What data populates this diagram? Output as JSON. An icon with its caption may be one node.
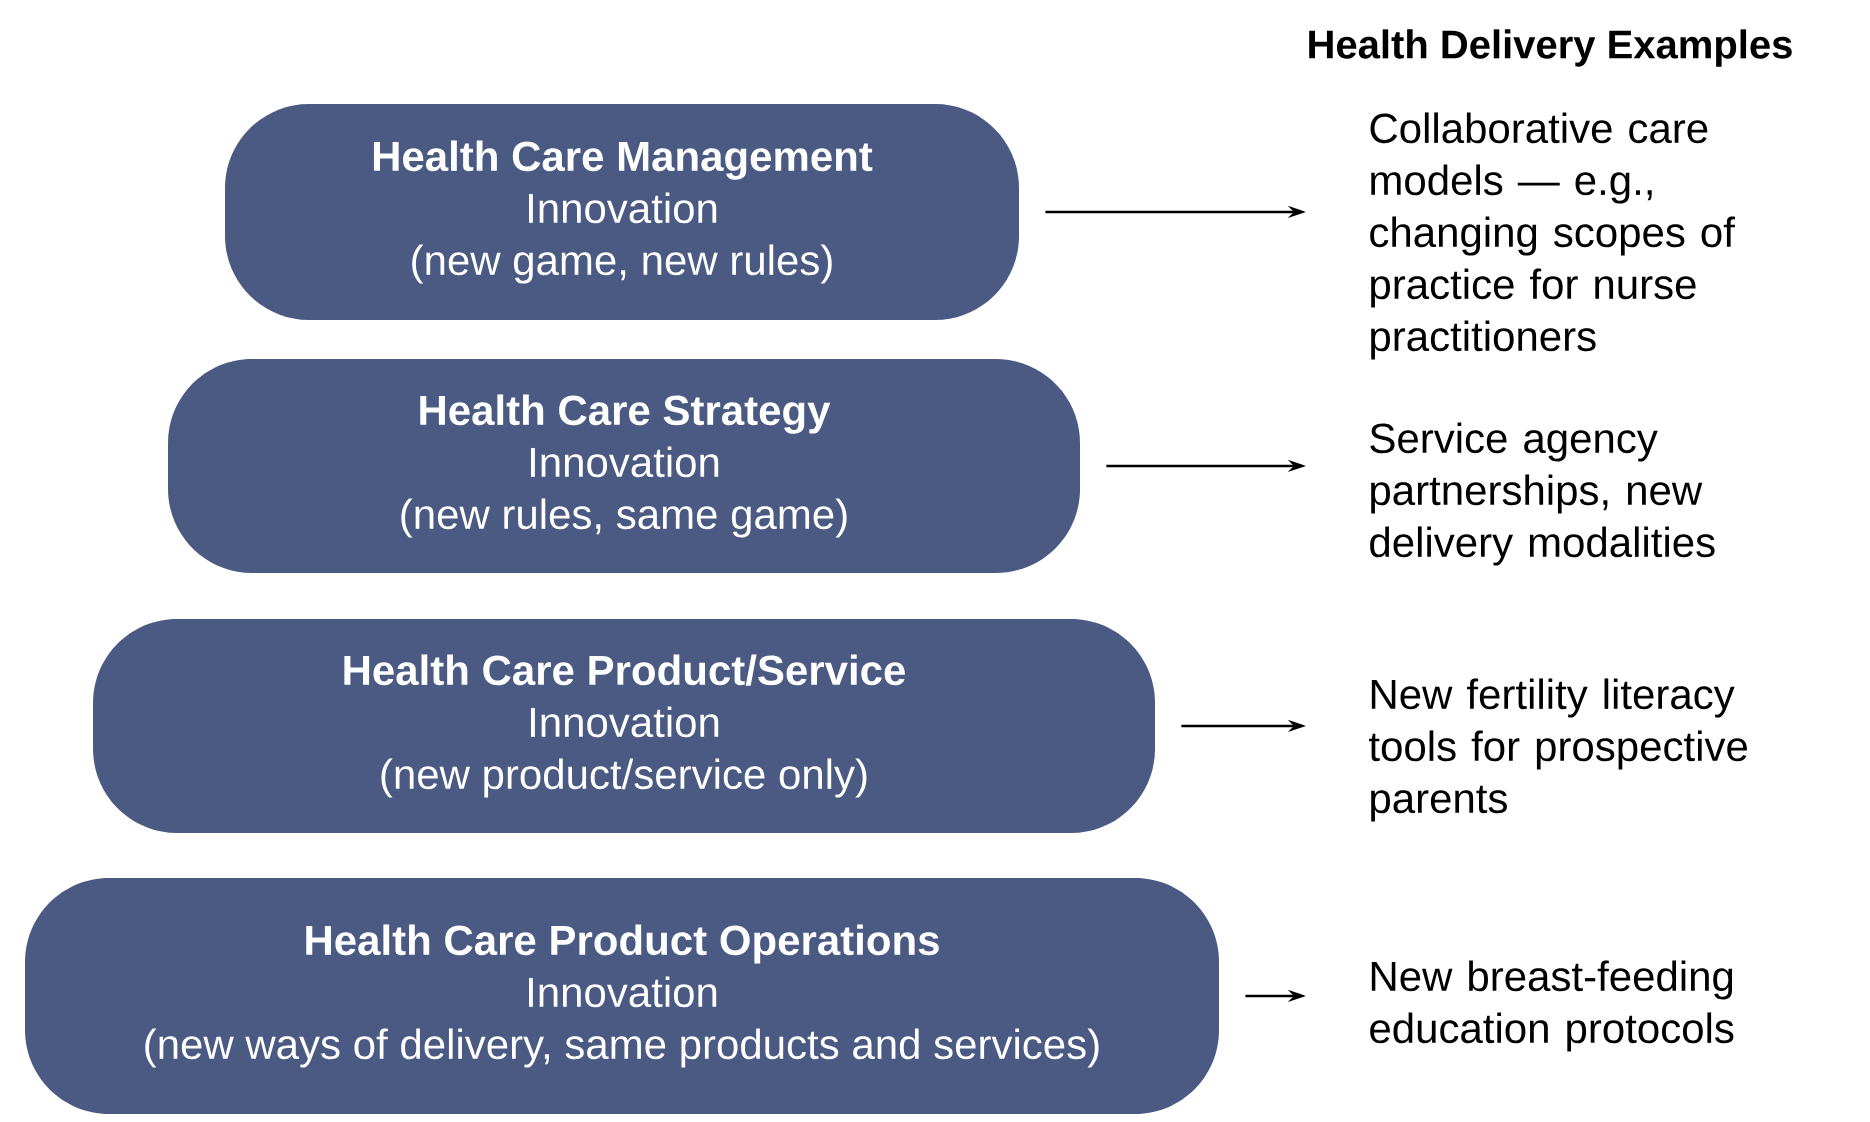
{
  "diagram": {
    "title": "Health Delivery Examples",
    "nodes": [
      {
        "text": [
          "Health Care Management",
          "Innovation",
          "(new game, new rules)"
        ]
      },
      {
        "text": [
          "Health Care Strategy",
          "Innovation",
          "(new rules, same game)"
        ]
      },
      {
        "text": [
          "Health Care Product/Service",
          "Innovation",
          "(new product/service only)"
        ]
      },
      {
        "text": [
          "Health Care Product Operations",
          "Innovation",
          "(new ways of delivery, same products and services)"
        ]
      },
      {
        "text": [
          "Collaborative care models — e.g., changing scopes of practice for nurse practitioners"
        ]
      },
      {
        "text": [
          "Service agency partnerships, new delivery modalities"
        ]
      },
      {
        "text": [
          "New fertility literacy tools for prospective parents"
        ]
      },
      {
        "text": [
          "New breast-feeding education protocols"
        ]
      }
    ],
    "edges": [
      {
        "from": 0,
        "to": 4,
        "arrow": "to"
      },
      {
        "from": 1,
        "to": 5,
        "arrow": "to"
      },
      {
        "from": 2,
        "to": 6,
        "arrow": "to"
      },
      {
        "from": 3,
        "to": 7,
        "arrow": "to"
      }
    ]
  }
}
